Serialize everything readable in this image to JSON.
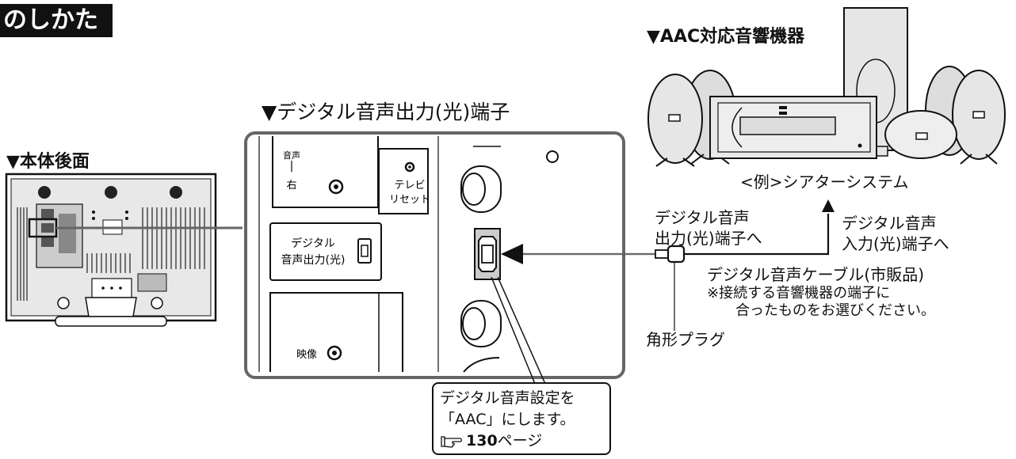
{
  "heading": "のしかた",
  "rear_view_label": "▼本体後面",
  "port_panel_label": "▼デジタル音声出力(光)端子",
  "aac_device_label": "▼AAC対応音響機器",
  "theater_label": "<例>シアターシステム",
  "panel": {
    "audio_r_top": "音声",
    "audio_r_bar": "|",
    "audio_r_bottom": "右",
    "tv_reset_line1": "テレビ",
    "tv_reset_line2": "リセット",
    "digital_line1": "デジタル",
    "digital_line2": "音声出力(光)",
    "video": "映像"
  },
  "to_output_line1": "デジタル音声",
  "to_output_line2": "出力(光)端子へ",
  "to_input_line1": "デジタル音声",
  "to_input_line2": "入力(光)端子へ",
  "cable_label": "デジタル音声ケーブル(市販品)",
  "cable_note_line1": "※接続する音響機器の端子に",
  "cable_note_line2": "合ったものをお選びください。",
  "plug_label": "角形プラグ",
  "callout": {
    "line1": "デジタル音声設定を",
    "line2": "「AAC」にします。",
    "page_num": "130",
    "page_suffix": "ページ"
  }
}
